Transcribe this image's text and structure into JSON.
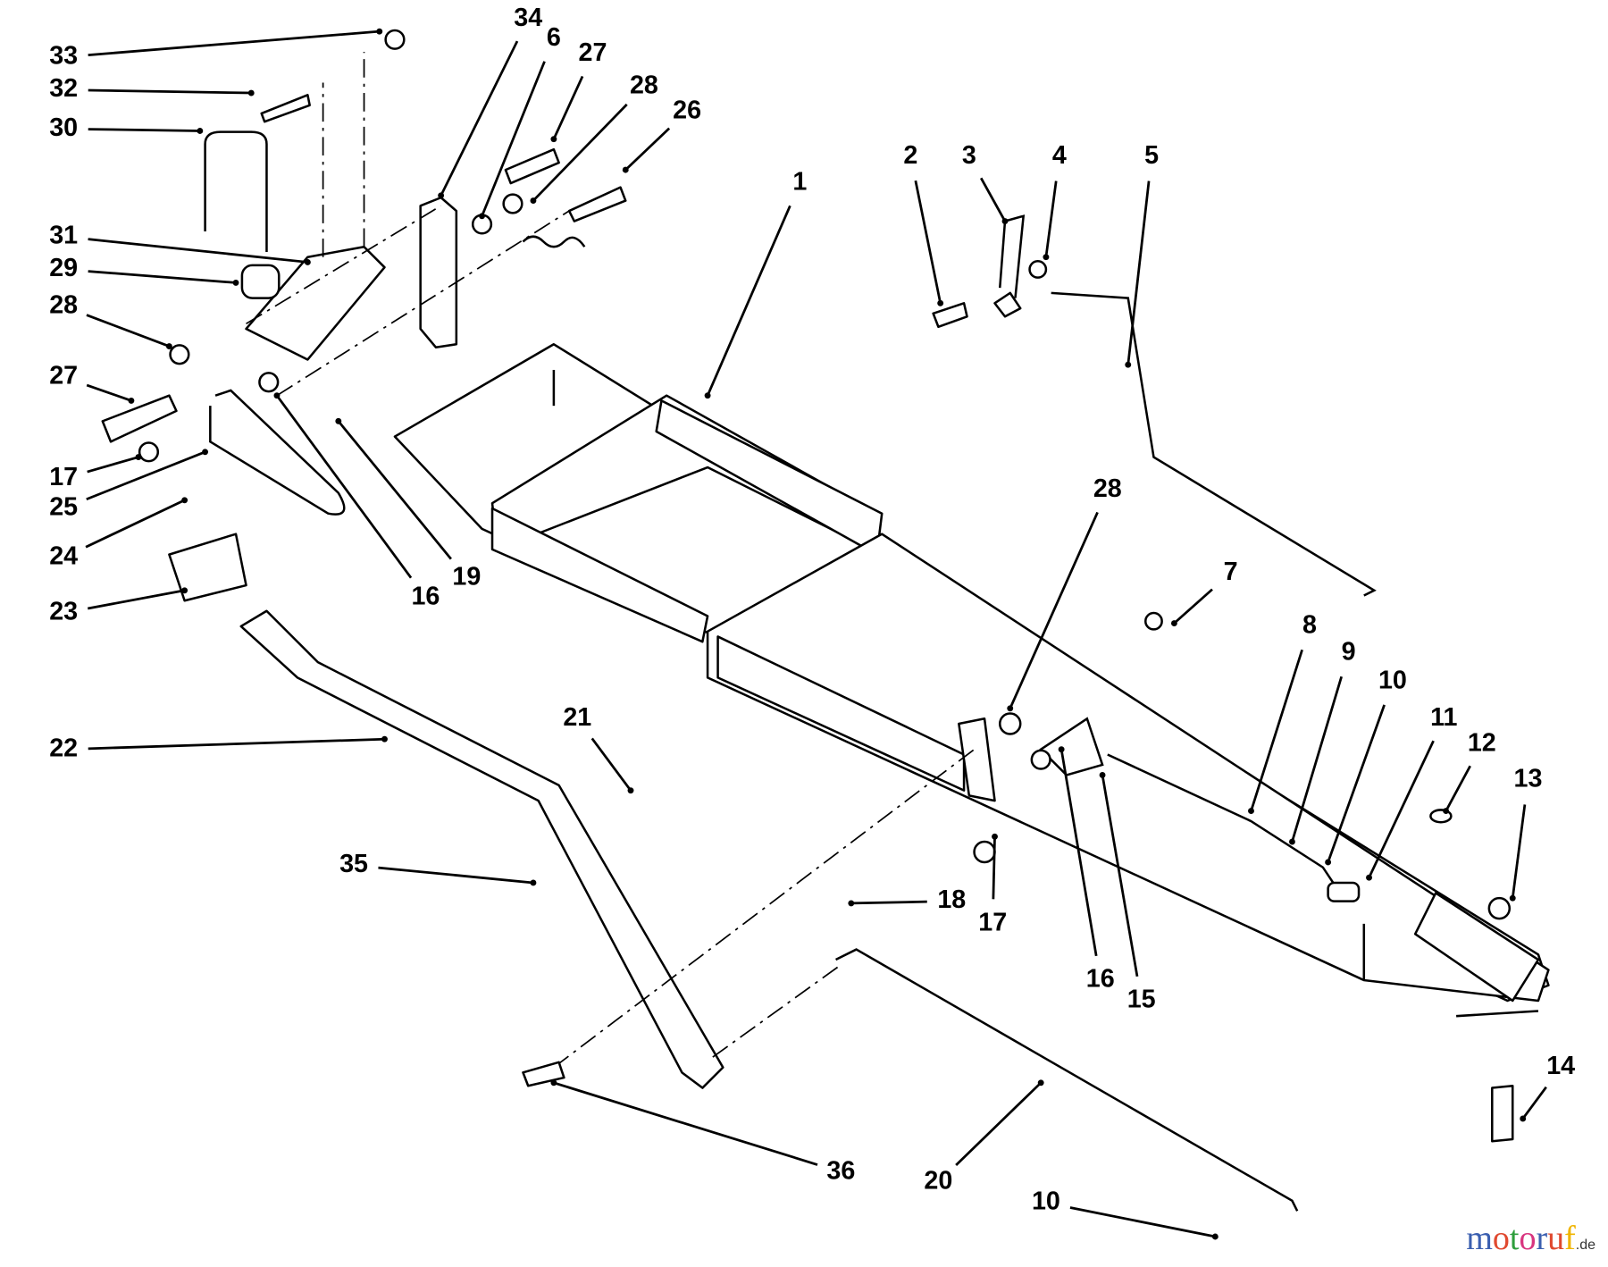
{
  "diagram": {
    "callouts": [
      "33",
      "32",
      "30",
      "34",
      "6",
      "27",
      "28",
      "26",
      "31",
      "29",
      "28",
      "27",
      "17",
      "25",
      "24",
      "23",
      "16",
      "19",
      "1",
      "2",
      "3",
      "4",
      "5",
      "28",
      "7",
      "8",
      "9",
      "10",
      "11",
      "12",
      "13",
      "14",
      "22",
      "21",
      "35",
      "18",
      "17",
      "16",
      "15",
      "36",
      "20",
      "10"
    ]
  },
  "watermark": {
    "text": "motoruf",
    "suffix": ".de",
    "colors": [
      "#3b5fb0",
      "#e0492f",
      "#2e9e3c",
      "#d8357f",
      "#3b5fb0",
      "#e0492f",
      "#f0b400"
    ]
  }
}
